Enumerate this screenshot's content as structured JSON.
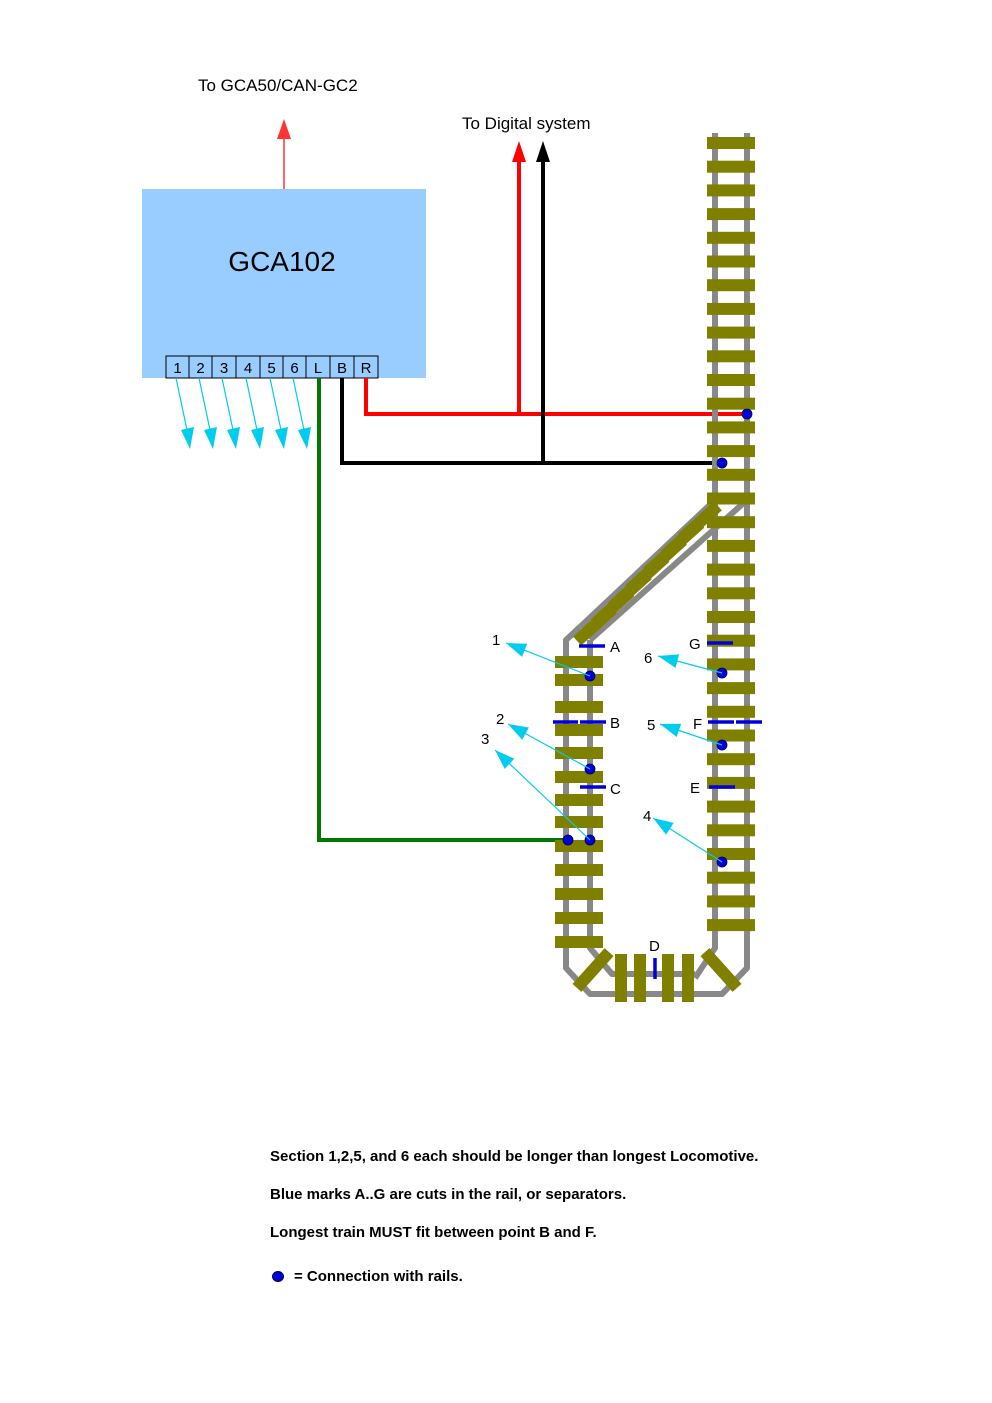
{
  "title_top_left": "To GCA50/CAN-GC2",
  "title_top_right": "To Digital system",
  "module": {
    "name": "GCA102",
    "terminals": [
      "1",
      "2",
      "3",
      "4",
      "5",
      "6",
      "L",
      "B",
      "R"
    ],
    "color": "#99ccff"
  },
  "colors": {
    "bus_arrow": "#ff3333",
    "red_wire": "#ff0000",
    "black_wire": "#000000",
    "green_wire": "#007700",
    "sense_arrow": "#00ccee",
    "rail": "#888888",
    "tie": "#808000",
    "cut": "#0000dd",
    "connection_dot": "#0000dd"
  },
  "section_labels": [
    "1",
    "2",
    "3",
    "4",
    "5",
    "6"
  ],
  "cut_labels": [
    "A",
    "B",
    "C",
    "D",
    "E",
    "F",
    "G"
  ],
  "notes": [
    "Section 1,2,5, and 6 each should be longer than longest Locomotive.",
    "Blue marks A..G are cuts in the rail, or separators.",
    "Longest train MUST fit between point B and F."
  ],
  "legend": {
    "symbol": "connection-dot",
    "text": "= Connection with rails."
  }
}
